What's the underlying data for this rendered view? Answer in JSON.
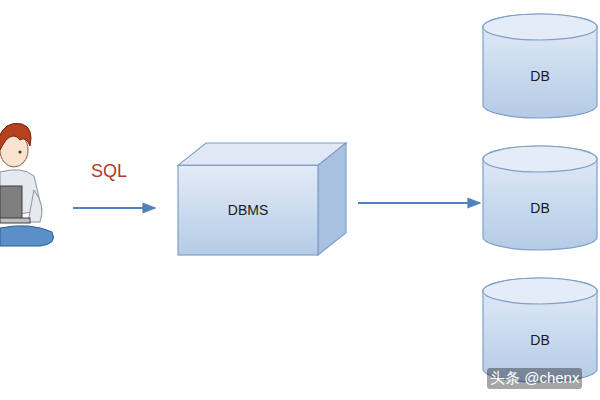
{
  "diagram": {
    "nodes": [
      {
        "text": [
          "DBMS"
        ]
      },
      {
        "text": [
          "DB"
        ]
      },
      {
        "text": [
          "DB"
        ]
      },
      {
        "text": [
          "DB"
        ]
      }
    ],
    "edges": [
      {
        "from": 0,
        "to": 2,
        "arrow": "to"
      }
    ],
    "labels": [
      "SQL",
      "头条 @chenx"
    ]
  }
}
